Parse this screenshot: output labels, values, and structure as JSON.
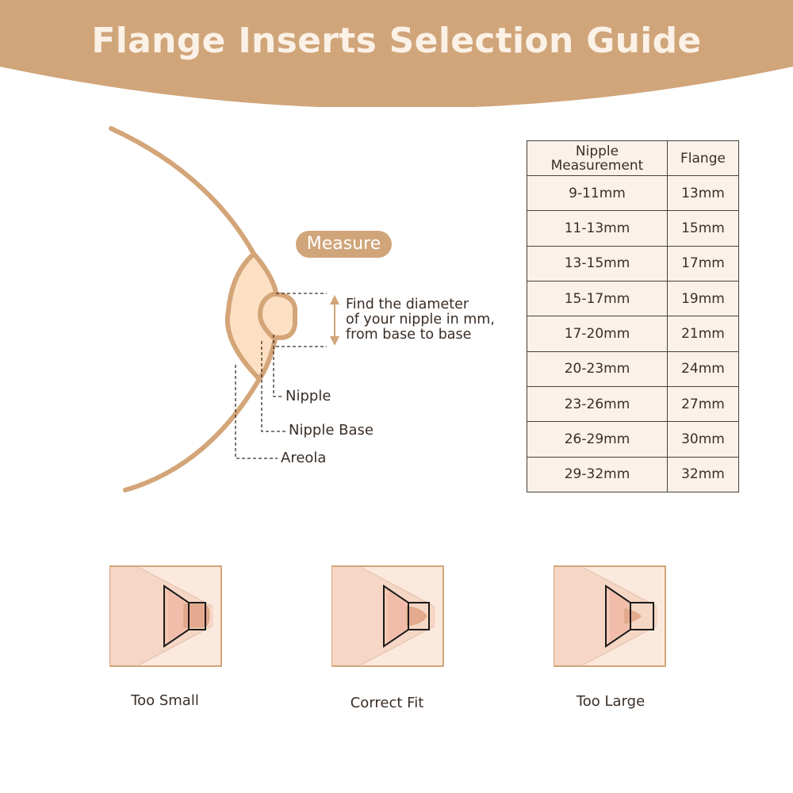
{
  "header": {
    "title": "Flange Inserts Selection Guide",
    "background_color": "#d0a57a"
  },
  "diagram": {
    "measure_label": "Measure",
    "instruction_lines": [
      "Find the diameter",
      "of your nipple in mm,",
      "from base to base"
    ],
    "labels": {
      "nipple": "Nipple",
      "nipple_base": "Nipple Base",
      "areola": "Areola"
    },
    "colors": {
      "outline": "#d3a578",
      "areola_fill": "#fde0c3",
      "guide_line": "#3a2e26"
    }
  },
  "size_table": {
    "columns": [
      "Nipple Measurement",
      "Flange"
    ],
    "rows": [
      [
        "9-11mm",
        "13mm"
      ],
      [
        "11-13mm",
        "15mm"
      ],
      [
        "13-15mm",
        "17mm"
      ],
      [
        "15-17mm",
        "19mm"
      ],
      [
        "17-20mm",
        "21mm"
      ],
      [
        "20-23mm",
        "24mm"
      ],
      [
        "23-26mm",
        "27mm"
      ],
      [
        "26-29mm",
        "30mm"
      ],
      [
        "29-32mm",
        "32mm"
      ]
    ]
  },
  "fit_examples": [
    {
      "label": "Too Small",
      "fill_ratio": 1.0
    },
    {
      "label": "Correct Fit",
      "fill_ratio": 0.75
    },
    {
      "label": "Too Large",
      "fill_ratio": 0.5
    }
  ]
}
